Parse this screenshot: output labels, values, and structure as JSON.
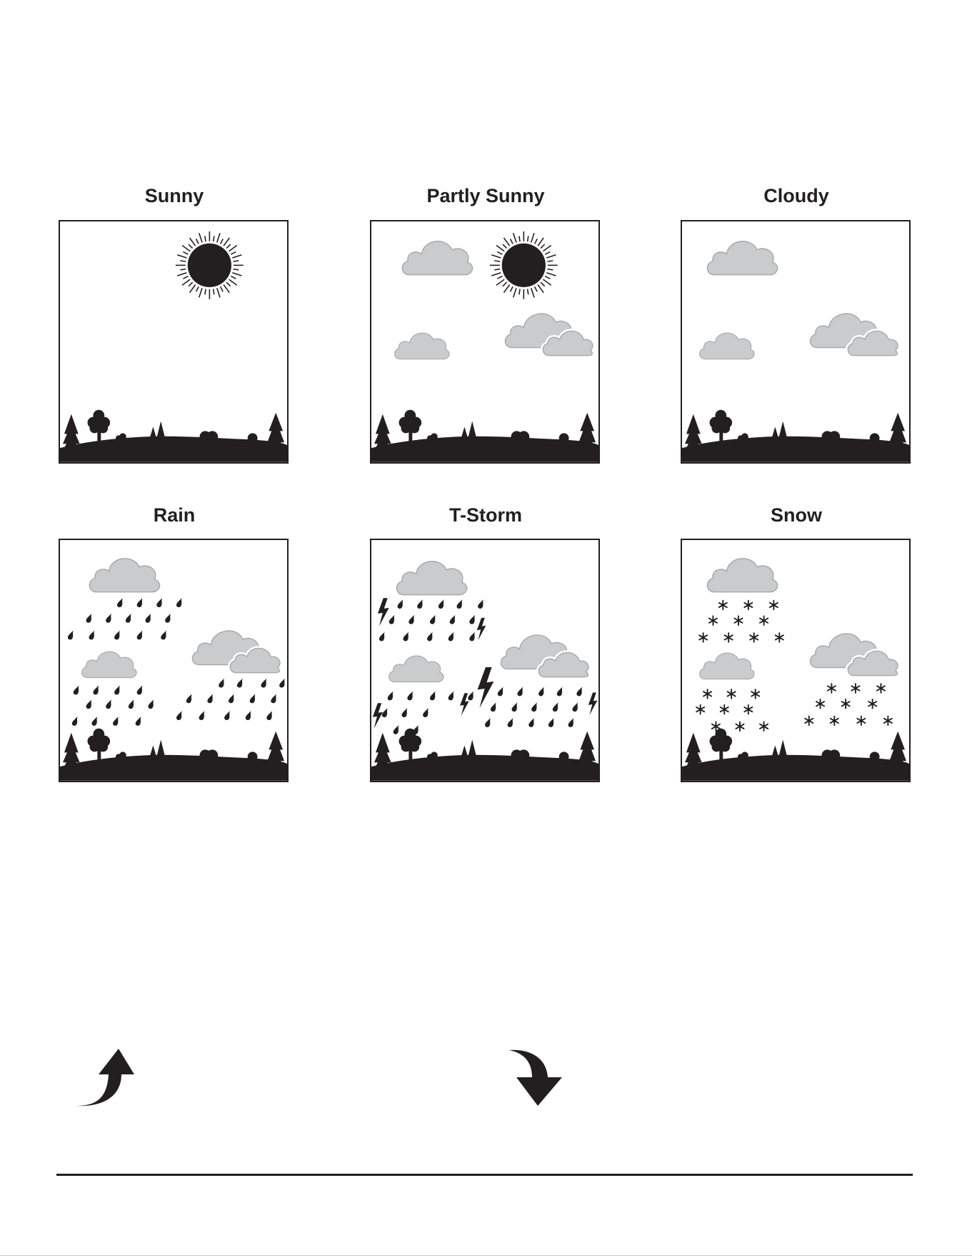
{
  "page": {
    "ink_color": "#231f20",
    "cloud_fill": "#cacbcc",
    "cloud_stroke": "#a6a8aa"
  },
  "panels": [
    {
      "id": "sunny",
      "label": "Sunny",
      "icons": [
        "sun-icon",
        "landscape-icon"
      ]
    },
    {
      "id": "partly-sunny",
      "label": "Partly Sunny",
      "icons": [
        "sun-icon",
        "cloud-icon",
        "landscape-icon"
      ]
    },
    {
      "id": "cloudy",
      "label": "Cloudy",
      "icons": [
        "cloud-icon",
        "landscape-icon"
      ]
    },
    {
      "id": "rain",
      "label": "Rain",
      "icons": [
        "cloud-icon",
        "raindrop-icon",
        "landscape-icon"
      ]
    },
    {
      "id": "t-storm",
      "label": "T-Storm",
      "icons": [
        "cloud-icon",
        "raindrop-icon",
        "lightning-icon",
        "landscape-icon"
      ]
    },
    {
      "id": "snow",
      "label": "Snow",
      "icons": [
        "cloud-icon",
        "snowflake-icon",
        "landscape-icon"
      ]
    }
  ],
  "arrows": [
    {
      "id": "up",
      "icon": "curved-arrow-up-icon"
    },
    {
      "id": "down",
      "icon": "curved-arrow-down-icon"
    }
  ]
}
